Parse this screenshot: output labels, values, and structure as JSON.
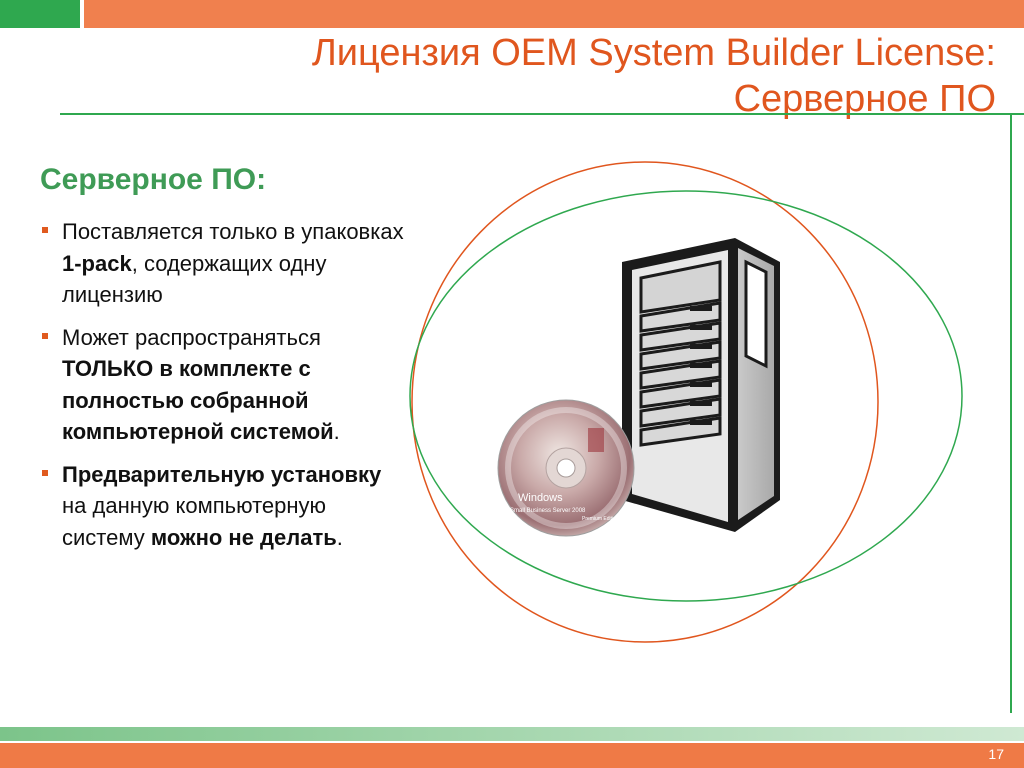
{
  "slide": {
    "title_line1": "Лицензия OEM System Builder License:",
    "title_line2": "Серверное ПО",
    "subheading": "Серверное ПО:",
    "bullet1": {
      "text1": "Поставляется только в упаковках ",
      "bold1": "1-pack",
      "text2": ", содержащих одну лицензию"
    },
    "bullet2": {
      "text1": "Может распространяться ",
      "bold1": "ТОЛЬКО в комплекте с полностью собранной компьютерной системой",
      "text2": "."
    },
    "bullet3": {
      "bold1": "Предварительную установку",
      "text1": " на данную компьютерную систему ",
      "bold2": "можно не делать",
      "text2": "."
    },
    "page_number": "17"
  },
  "disc": {
    "brand": "Windows",
    "product": "Small Business Server 2008",
    "edition": "Premium Edition"
  },
  "colors": {
    "accent_orange": "#e0561e",
    "accent_green": "#2fa84f",
    "heading_green": "#3f9b56"
  },
  "icons": [
    "server-tower-icon",
    "installation-disc-icon"
  ]
}
